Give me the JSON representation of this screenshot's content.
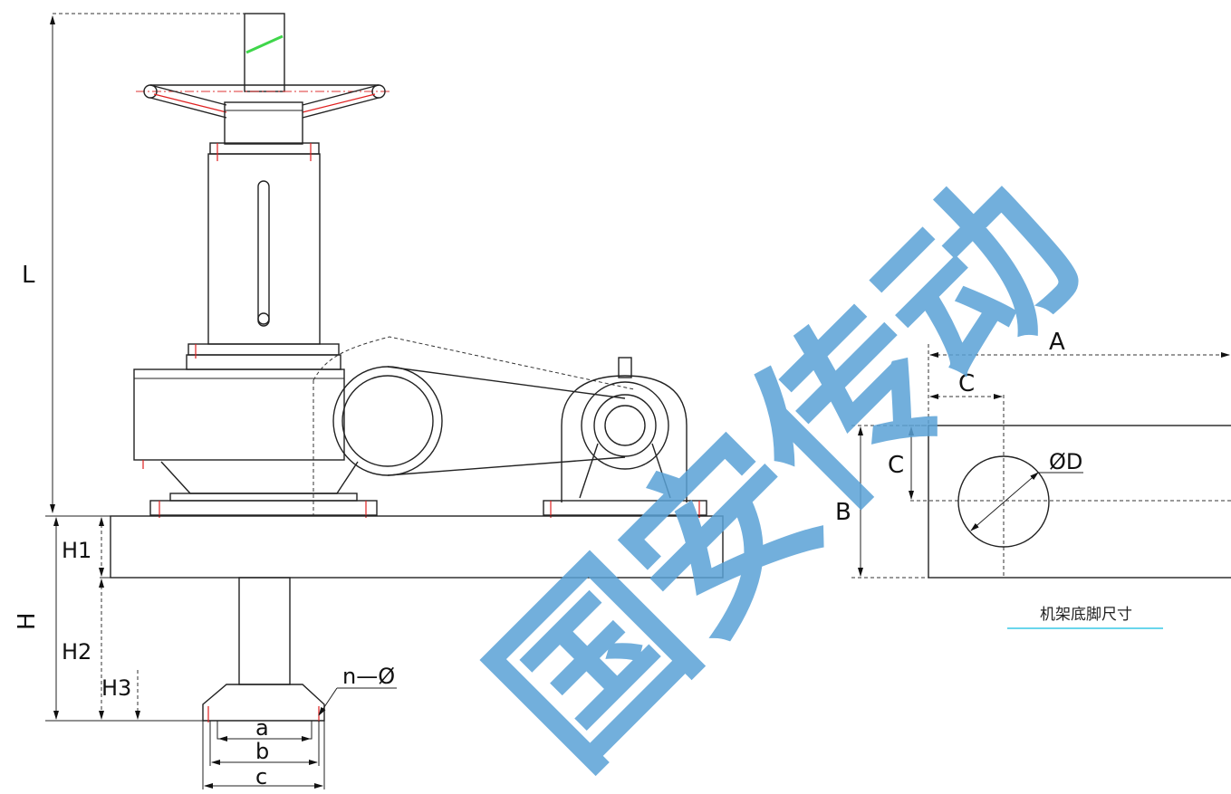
{
  "labels": {
    "L": "L",
    "H": "H",
    "H1": "H1",
    "H2": "H2",
    "H3": "H3",
    "n_phi": "n—Ø",
    "a": "a",
    "b": "b",
    "c": "c",
    "A": "A",
    "C_top": "C",
    "C_side": "C",
    "B": "B",
    "phiD": "ØD"
  },
  "caption": "机架底脚尺寸",
  "watermark": "国安传动",
  "colors": {
    "watermark": "#5aa2d6",
    "caption_underline": "#38c8e6",
    "centerline": "#d33333",
    "marker": "#e02020",
    "accent_green": "#3fd64a"
  }
}
